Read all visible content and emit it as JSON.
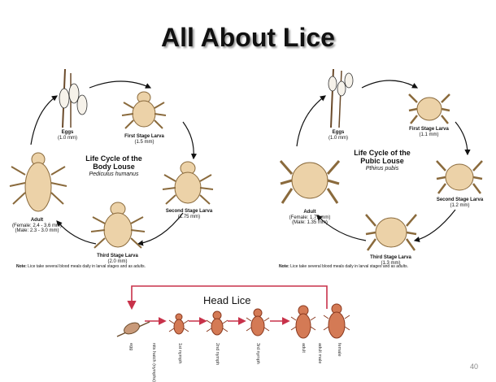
{
  "slide": {
    "title": "All About Lice",
    "page_number": "40"
  },
  "body_louse": {
    "title_line1": "Life Cycle of the",
    "title_line2": "Body Louse",
    "species": "Pediculus humanus",
    "eggs": {
      "name": "Eggs",
      "size": "(1.0 mm)"
    },
    "first": {
      "name": "First Stage Larva",
      "size": "(1.5 mm)"
    },
    "second": {
      "name": "Second Stage Larva",
      "size": "(1.75 mm)"
    },
    "third": {
      "name": "Third Stage Larva",
      "size": "(2.0 mm)"
    },
    "adult": {
      "name": "Adult",
      "size1": "(Female: 2.4 - 3.6 mm)",
      "size2": "(Male: 2.3 - 3.0 mm)"
    },
    "note_bold": "Note:",
    "note_text": "Lice take several blood meals daily in larval stages and as adults."
  },
  "pubic_louse": {
    "title_line1": "Life Cycle of the",
    "title_line2": "Pubic Louse",
    "species": "Pthirus pubis",
    "eggs": {
      "name": "Eggs",
      "size": "(1.0 mm)"
    },
    "first": {
      "name": "First Stage Larva",
      "size": "(1.1 mm)"
    },
    "second": {
      "name": "Second Stage Larva",
      "size": "(1.2 mm)"
    },
    "third": {
      "name": "Third Stage Larva",
      "size": "(1.3 mm)"
    },
    "adult": {
      "name": "Adult",
      "size1": "(Female: 1.75 mm)",
      "size2": "(Male: 1.35 mm)"
    },
    "note_bold": "Note:",
    "note_text": "Lice take several blood meals daily in larval stages and as adults."
  },
  "head_lice": {
    "title": "Head Lice",
    "stages": [
      "egg",
      "nits hatch (nymphs)",
      "1st nymph",
      "2nd nymph",
      "3rd nymph",
      "adult",
      "adult male",
      "female"
    ]
  },
  "colors": {
    "louse_fill": "#ecd2a8",
    "louse_stroke": "#8a6a3c",
    "head_arrow": "#c8324a",
    "head_louse": "#d47a55"
  }
}
